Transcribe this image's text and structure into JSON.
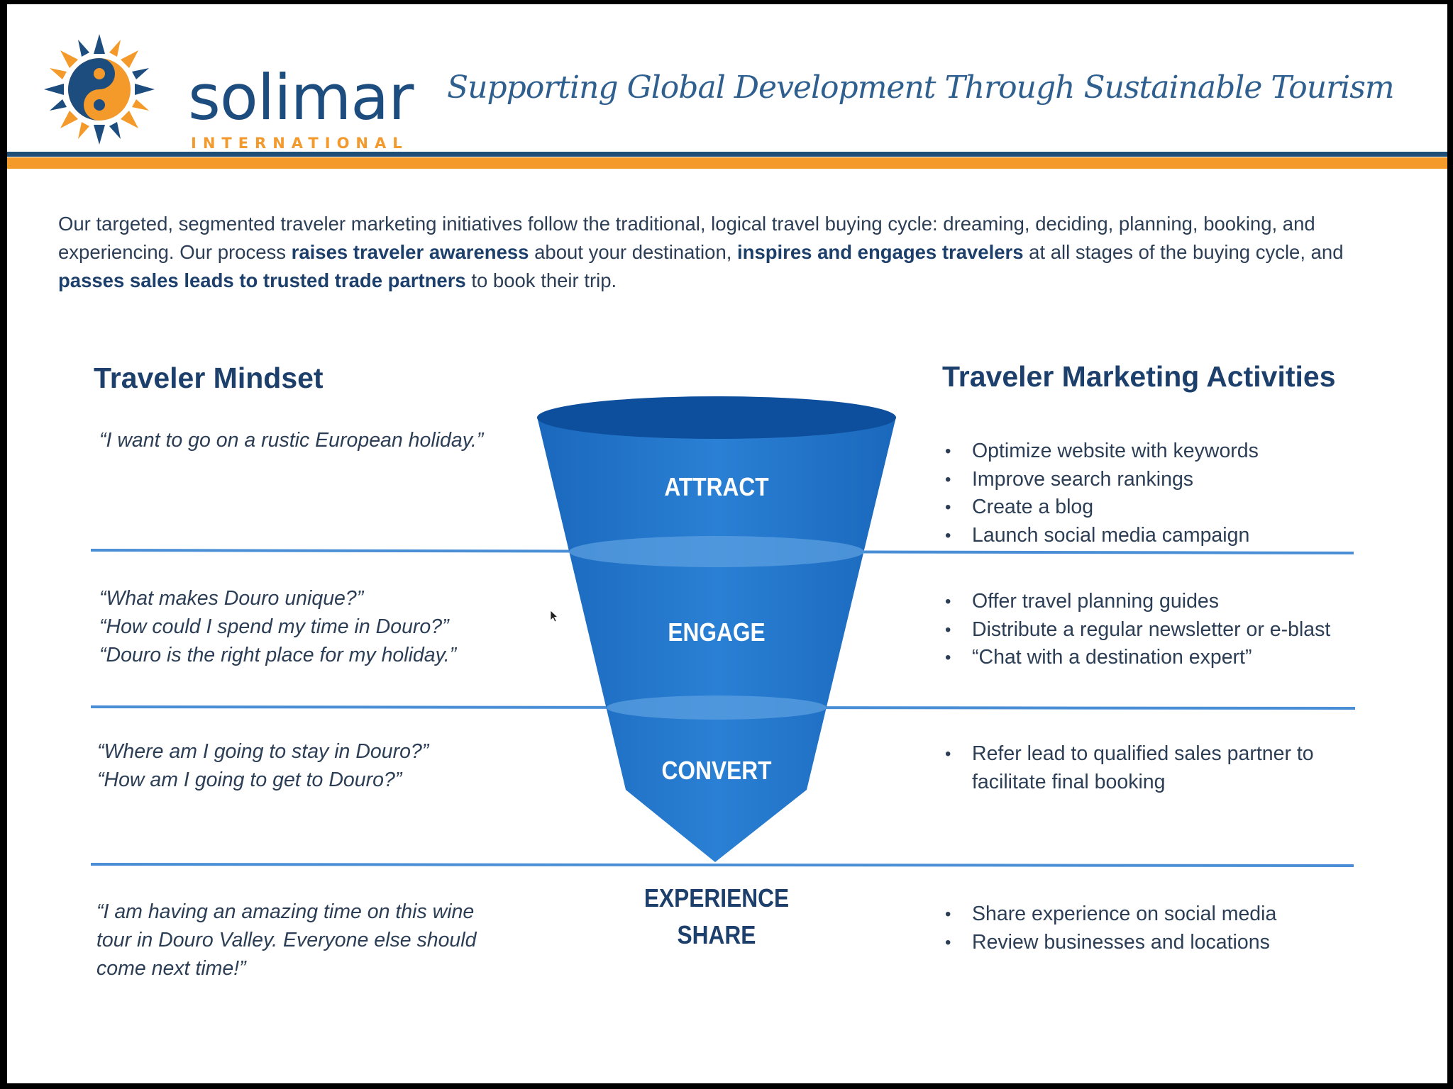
{
  "logo": {
    "name": "solimar",
    "sub": "INTERNATIONAL"
  },
  "tagline": "Supporting Global Development Through Sustainable Tourism",
  "intro": {
    "parts": [
      {
        "text": "Our targeted, segmented traveler marketing initiatives follow the traditional, logical travel buying cycle: dreaming, deciding, planning, booking, and experiencing. Our process ",
        "bold": false
      },
      {
        "text": "raises traveler awareness",
        "bold": true
      },
      {
        "text": " about your destination, ",
        "bold": false
      },
      {
        "text": "inspires and engages travelers",
        "bold": true
      },
      {
        "text": " at all stages of the buying cycle, and ",
        "bold": false
      },
      {
        "text": "passes sales leads to trusted trade partners",
        "bold": true
      },
      {
        "text": " to book their trip.",
        "bold": false
      }
    ]
  },
  "columns": {
    "mindset_title": "Traveler Mindset",
    "activities_title": "Traveler Marketing Activities"
  },
  "stages": [
    {
      "label": "ATTRACT",
      "quotes": [
        "“I want to go on a rustic European holiday.”"
      ],
      "activities": [
        "Optimize website with keywords",
        "Improve search rankings",
        "Create a blog",
        "Launch social media campaign"
      ]
    },
    {
      "label": "ENGAGE",
      "quotes": [
        "“What makes Douro unique?”",
        "“How could I spend my time in Douro?”",
        "“Douro is the right place for my holiday.”"
      ],
      "activities": [
        "Offer travel planning guides",
        "Distribute a regular newsletter or e-blast",
        "“Chat with a destination expert”"
      ]
    },
    {
      "label": "CONVERT",
      "quotes": [
        "“Where am I going to stay in Douro?”",
        "“How am I going to get to Douro?”"
      ],
      "activities": [
        "Refer lead to qualified sales partner to facilitate final booking"
      ]
    },
    {
      "label_lines": [
        "EXPERIENCE",
        "SHARE"
      ],
      "quotes": [
        "“I am having an amazing time on this wine",
        "tour in Douro Valley. Everyone else should",
        "come next time!”"
      ],
      "activities": [
        "Share experience on social media",
        "Review businesses and locations"
      ]
    }
  ],
  "colors": {
    "brand_navy": "#1d3f6b",
    "brand_orange": "#f39a2b",
    "funnel_blue": "#1f73c9",
    "funnel_dark": "#0d4f9c",
    "divider_blue": "#4a8fd6"
  }
}
